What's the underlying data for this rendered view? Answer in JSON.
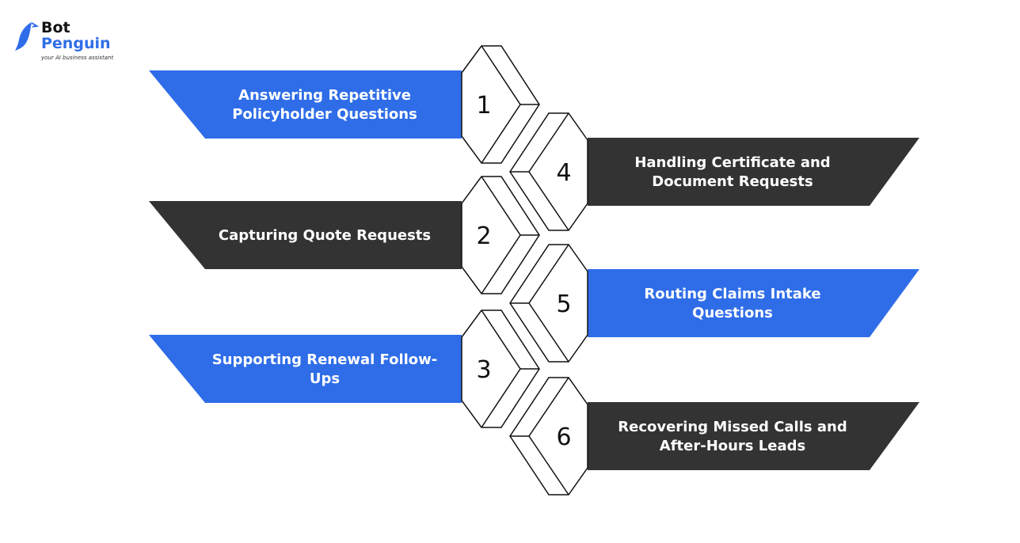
{
  "brand": {
    "name_line1": "Bot",
    "name_line2": "Penguin",
    "tagline": "your AI business assistant",
    "accent_color": "#2f6de8"
  },
  "colors": {
    "blue": "#2f6de8",
    "dark": "#333333",
    "outline": "#111111"
  },
  "steps": [
    {
      "number": "1",
      "lines": [
        "Answering Repetitive",
        "Policyholder Questions"
      ],
      "color": "blue",
      "side": "left"
    },
    {
      "number": "2",
      "lines": [
        "Capturing Quote Requests"
      ],
      "color": "dark",
      "side": "left"
    },
    {
      "number": "3",
      "lines": [
        "Supporting Renewal Follow-",
        "Ups"
      ],
      "color": "blue",
      "side": "left"
    },
    {
      "number": "4",
      "lines": [
        "Handling Certificate and",
        "Document Requests"
      ],
      "color": "dark",
      "side": "right"
    },
    {
      "number": "5",
      "lines": [
        "Routing Claims Intake",
        "Questions"
      ],
      "color": "blue",
      "side": "right"
    },
    {
      "number": "6",
      "lines": [
        "Recovering Missed Calls and",
        "After-Hours Leads"
      ],
      "color": "dark",
      "side": "right"
    }
  ]
}
